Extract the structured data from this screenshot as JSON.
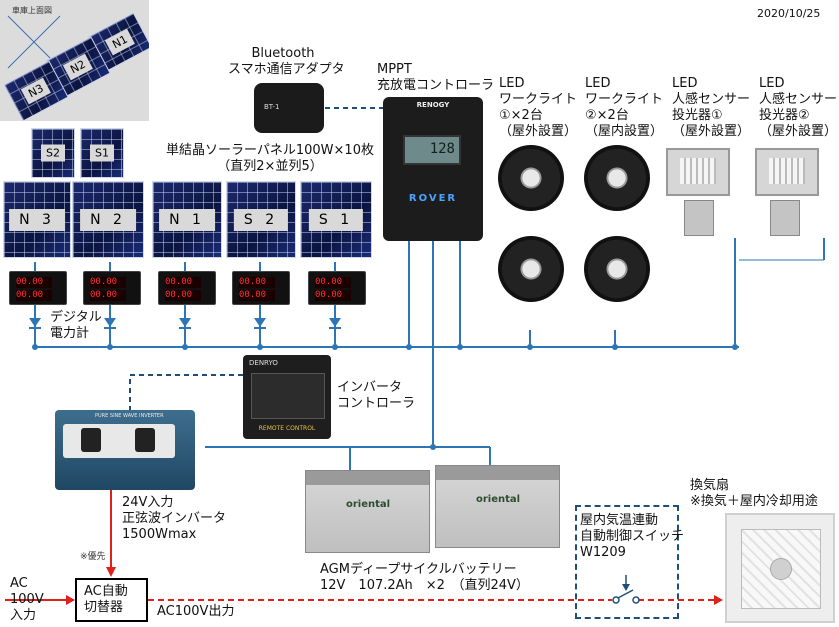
{
  "date": "2020/10/25",
  "roof_caption": "車庫上面図",
  "roof_panels": [
    "N1",
    "N2",
    "N3",
    "S2",
    "S1"
  ],
  "bluetooth": {
    "line1": "Bluetooth",
    "line2": "スマホ通信アダプタ",
    "device_label": "BT-1"
  },
  "mppt": {
    "line1": "MPPT",
    "line2": "充放電コントローラ",
    "brand": "RENOGY",
    "model": "ROVER",
    "display": "128"
  },
  "solar": {
    "line1": "単結晶ソーラーパネル100W×10枚",
    "line2": "（直列2×並列5）",
    "panels": [
      "N 3",
      "N 2",
      "N 1",
      "S 2",
      "S 1"
    ]
  },
  "meters": [
    {
      "top": "00.00",
      "bottom": "00.00"
    },
    {
      "top": "00.00",
      "bottom": "00.00"
    },
    {
      "top": "00.00",
      "bottom": "00.00"
    },
    {
      "top": "00.00",
      "bottom": "00.00"
    },
    {
      "top": "00.00",
      "bottom": "00.00"
    }
  ],
  "meter_label": {
    "line1": "デジタル",
    "line2": "電力計"
  },
  "lights": [
    {
      "lines": [
        "LED",
        "ワークライト",
        "①×2台",
        "（屋外設置）"
      ]
    },
    {
      "lines": [
        "LED",
        "ワークライト",
        "②×2台",
        "（屋内設置）"
      ]
    },
    {
      "lines": [
        "LED",
        "人感センサー",
        "投光器①",
        "（屋外設置）"
      ]
    },
    {
      "lines": [
        "LED",
        "人感センサー",
        "投光器②",
        "（屋外設置）"
      ]
    }
  ],
  "inverter_controller": {
    "line1": "インバータ",
    "line2": "コントローラ",
    "brand": "DENRYO",
    "panel_text": "REMOTE CONTROL"
  },
  "inverter": {
    "line1": "24V入力",
    "line2": "正弦波インバータ",
    "line3": "1500Wmax",
    "header": "PURE SINE WAVE INVERTER"
  },
  "battery": {
    "line1": "AGMディープサイクルバッテリー",
    "line2": "12V　107.2Ah　×2　（直列24V）",
    "brand": "oriental"
  },
  "switch_box": {
    "line1": "屋内気温連動",
    "line2": "自動制御スイッチ",
    "line3": "W1209"
  },
  "fan": {
    "line1": "換気扇",
    "line2": "※換気＋屋内冷却用途"
  },
  "priority_note": "※優先",
  "ac_in": {
    "line1": "AC",
    "line2": "100V",
    "line3": "入力"
  },
  "ats": {
    "line1": "AC自動",
    "line2": "切替器"
  },
  "ac_out": "AC100V出力",
  "colors": {
    "dc_wire": "#2e75b6",
    "ac_wire": "#e0201a",
    "dash_wire": "#1f4e79"
  }
}
